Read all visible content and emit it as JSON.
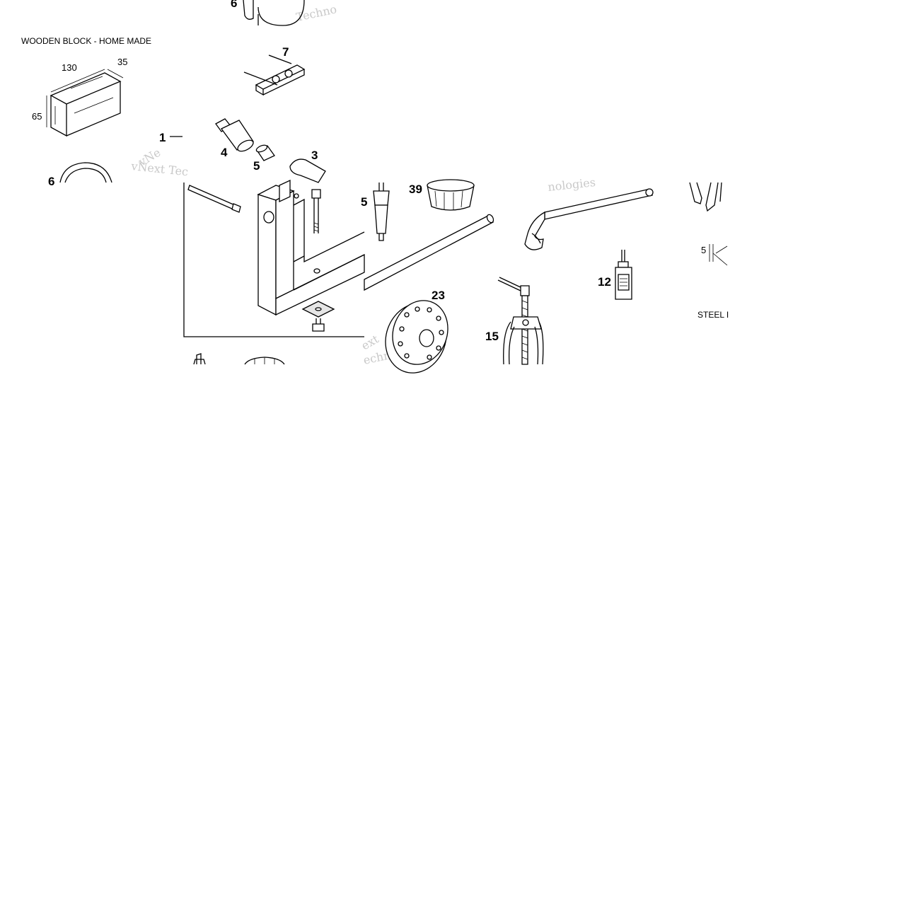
{
  "captions": {
    "wooden_block": "WOODEN BLOCK - HOME MADE",
    "steel": "STEEL I"
  },
  "dimensions": {
    "length": "130",
    "depth": "35",
    "height": "65",
    "small": "5"
  },
  "callouts": {
    "n1": "1",
    "n3": "3",
    "n4": "4",
    "n5": "5",
    "n6": "6",
    "n6b": "6",
    "n7": "7",
    "n12": "12",
    "n15": "15",
    "n23": "23",
    "n39": "39",
    "n_cut": "5"
  },
  "watermark": {
    "text_a": "vNext Tec",
    "text_b": "Techno",
    "text_c": "nologies",
    "text_d": "echnologies",
    "text_e": "vNe",
    "text_f": "ext"
  },
  "colors": {
    "line": "#000000",
    "watermark": "#c9c9c9",
    "shade": "#e6e6e6"
  }
}
